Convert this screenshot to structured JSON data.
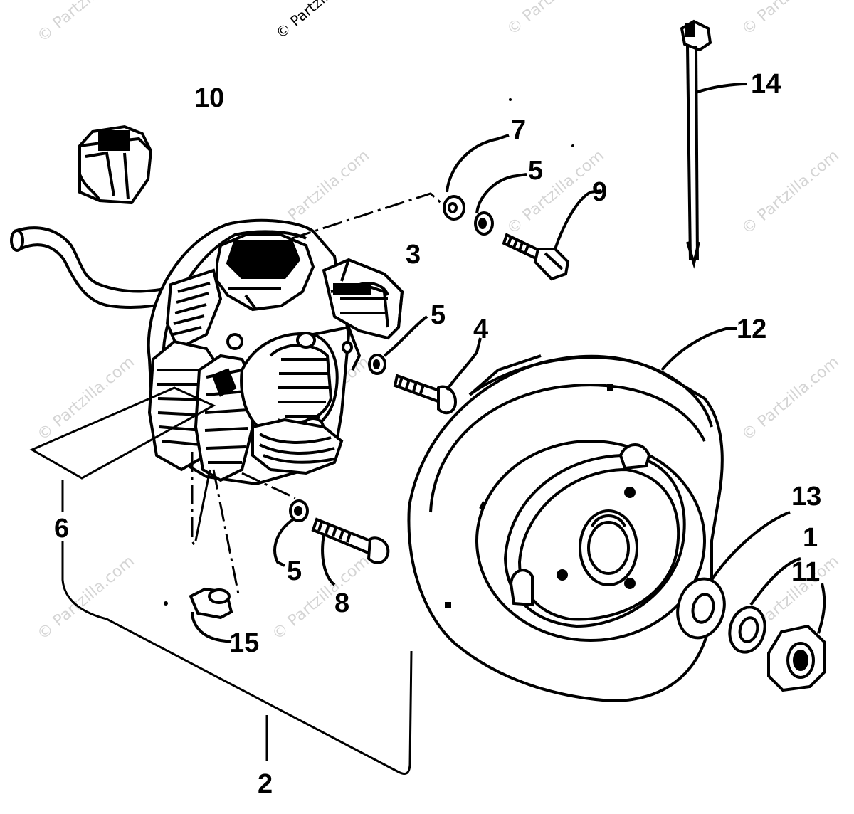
{
  "watermark": {
    "text": "© Partzilla.com",
    "top_text": "© Partzilla.com"
  },
  "callouts": {
    "p1": "1",
    "p2": "2",
    "p3": "3",
    "p4": "4",
    "p5a": "5",
    "p5b": "5",
    "p5c": "5",
    "p6": "6",
    "p7": "7",
    "p8": "8",
    "p9": "9",
    "p10": "10",
    "p11": "11",
    "p12": "12",
    "p13": "13",
    "p14": "14",
    "p15": "15"
  }
}
